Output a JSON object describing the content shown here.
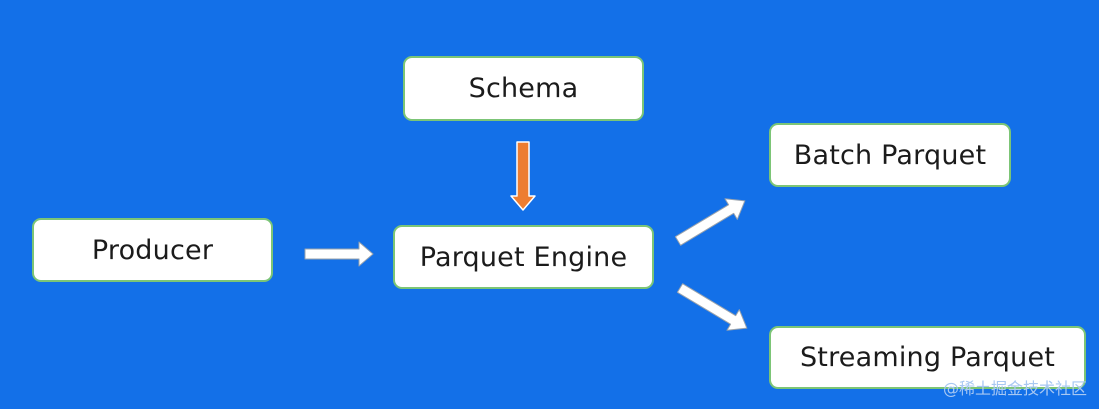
{
  "diagram": {
    "nodes": {
      "schema": "Schema",
      "producer": "Producer",
      "engine": "Parquet Engine",
      "batch": "Batch Parquet",
      "streaming": "Streaming Parquet"
    },
    "edges": [
      {
        "from": "schema",
        "to": "engine"
      },
      {
        "from": "producer",
        "to": "engine"
      },
      {
        "from": "engine",
        "to": "batch"
      },
      {
        "from": "engine",
        "to": "streaming"
      }
    ]
  },
  "watermark": "@稀土掘金技术社区",
  "colors": {
    "background": "#1370e8",
    "node_fill": "#ffffff",
    "node_border": "#7cc576",
    "schema_arrow": "#ed7d31",
    "flow_arrow": "#ffffff"
  }
}
